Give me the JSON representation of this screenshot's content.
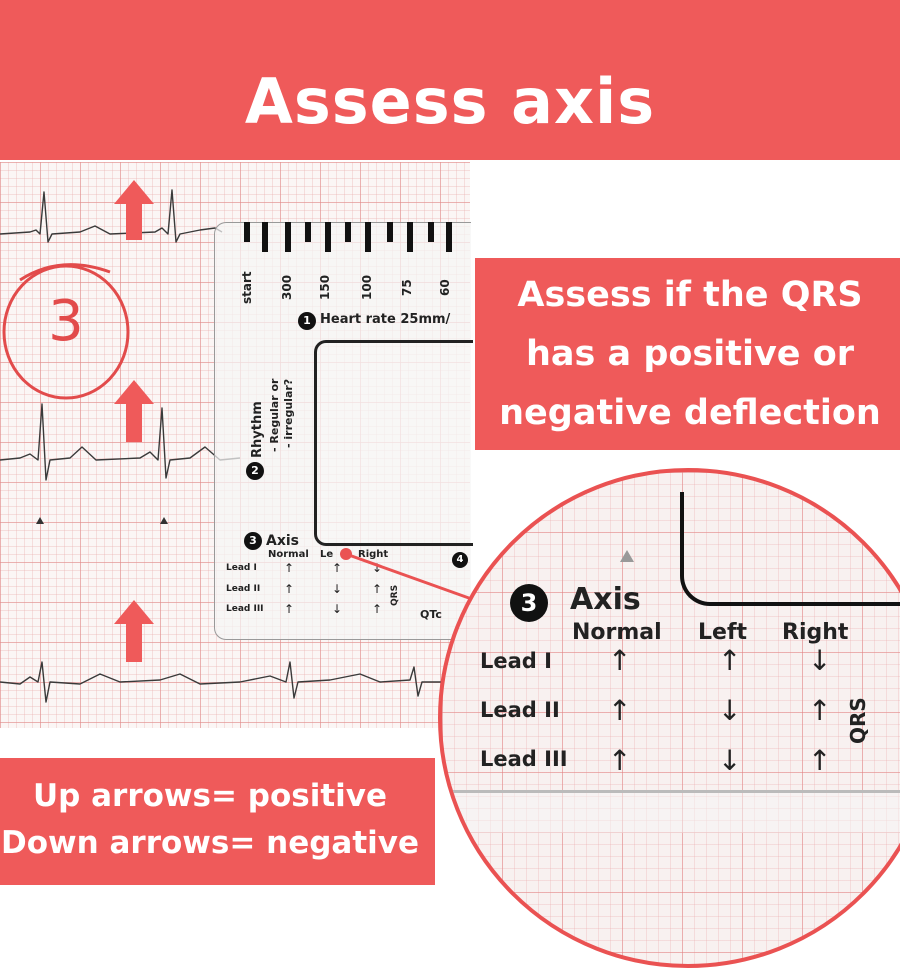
{
  "header": {
    "title": "Assess axis"
  },
  "step_circle": {
    "number": "3"
  },
  "callout": {
    "line1": "Assess if the QRS",
    "line2": "has a positive or",
    "line3": "negative deflection"
  },
  "legend": {
    "line1": "Up arrows= positive",
    "line2": "Down arrows= negative"
  },
  "ruler": {
    "rates": [
      "start",
      "300",
      "150",
      "100",
      "75",
      "60"
    ],
    "heart_rate_label": "Heart rate 25mm/",
    "rhythm_label": "Rhythm",
    "rhythm_sub1": "- Regular or",
    "rhythm_sub2": "- irregular?",
    "axis_label": "Axis",
    "col_normal": "Normal",
    "col_left": "Le",
    "col_right": "Right",
    "lead1": "Lead I",
    "lead2": "Lead II",
    "lead3": "Lead III",
    "qrs": "QRS",
    "qt": "QTc",
    "step1": "1",
    "step2": "2",
    "step3": "3",
    "step4": "4"
  },
  "zoom": {
    "step": "3",
    "axis_label": "Axis",
    "col_normal": "Normal",
    "col_left": "Left",
    "col_right": "Right",
    "lead1": "Lead I",
    "lead2": "Lead II",
    "lead3": "Lead III",
    "qrs": "QRS",
    "up": "↑",
    "down": "↓"
  },
  "colors": {
    "accent": "#ef5a5a",
    "grid": "#e28c8c",
    "ink": "#222222"
  }
}
